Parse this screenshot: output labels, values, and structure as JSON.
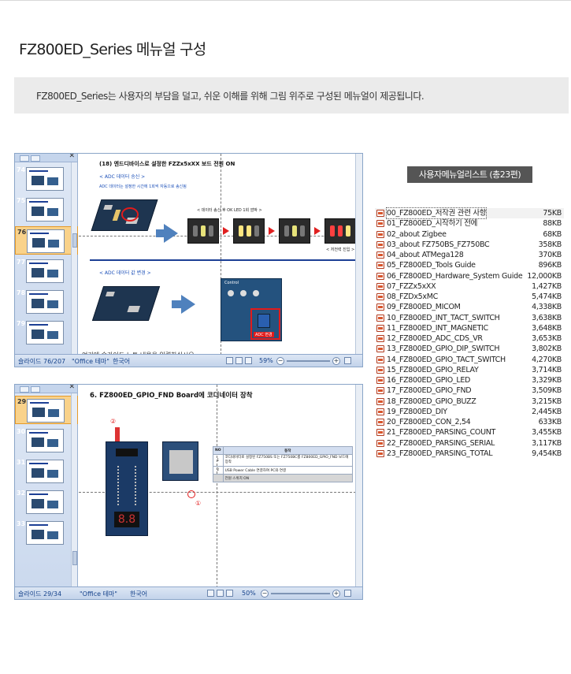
{
  "page": {
    "title": "FZ800ED_Series 메뉴얼 구성",
    "description": "FZ800ED_Series는 사용자의 부담을 덜고, 쉬운 이해를 위해 그림 위주로 구성된 메뉴얼이 제공됩니다."
  },
  "screenshot1": {
    "thumbnails": [
      "74",
      "75",
      "76",
      "77",
      "78",
      "79"
    ],
    "selected_thumbnail": "76",
    "slide_title": "(18) 엔드디바이스로 설정한 FZZx5xXX 보드 전원 ON",
    "section1": "< ADC 데이터 송신 >",
    "section1_desc": "ADC 데이터는 설정한 시간에 1회씩 자동으로 송신됨",
    "led_caption": "< 데이터 송신 후 OK LED 1회 깜박 >",
    "led_caption2": "< 저전력 진입 >",
    "section2": "< ADC 데이터 값 변경 >",
    "control_label": "Control",
    "adc_change": "ADC 변경",
    "bottom_text": "여기에 슬라이드 노트 내용을 입력하십시오",
    "status_slide": "슬라이드 76/207",
    "status_theme": "\"Office 테마\"",
    "status_lang": "한국어",
    "zoom": "59%"
  },
  "screenshot2": {
    "thumbnails": [
      "29",
      "30",
      "31",
      "32",
      "33"
    ],
    "selected_thumbnail": "29",
    "slide_title": "6. FZ800ED_GPIO_FND Board에 코디네이터 장착",
    "marker1": "①",
    "marker2": "②",
    "table": {
      "headers": [
        "NO",
        "동작"
      ],
      "rows": [
        [
          "1",
          "코디네이터로 설정된 FZ750BS 또는 FZ750BC를 FZ800ED_GPIO_FND 보드에 장착"
        ],
        [
          "2",
          "USB Power Cable 연결하여 PC와 연결"
        ],
        [
          "",
          "전원 스위치 ON"
        ]
      ]
    },
    "status_slide": "슬라이드 29/34",
    "status_theme": "\"Office 테마\"",
    "status_lang": "한국어",
    "zoom": "50%"
  },
  "file_list": {
    "header": "사용자메뉴얼리스트 (총23편)",
    "selected_index": 0,
    "files": [
      {
        "name": "00_FZ800ED_저작권 관련 사항",
        "size": "75KB"
      },
      {
        "name": "01_FZ800ED_시작하기 전에",
        "size": "88KB"
      },
      {
        "name": "02_about Zigbee",
        "size": "68KB"
      },
      {
        "name": "03_about FZ750BS_FZ750BC",
        "size": "358KB"
      },
      {
        "name": "04_about ATMega128",
        "size": "370KB"
      },
      {
        "name": "05_FZ800ED_Tools Guide",
        "size": "896KB"
      },
      {
        "name": "06_FZ800ED_Hardware_System Guide",
        "size": "12,000KB"
      },
      {
        "name": "07_FZZx5xXX",
        "size": "1,427KB"
      },
      {
        "name": "08_FZDx5xMC",
        "size": "5,474KB"
      },
      {
        "name": "09_FZ800ED_MICOM",
        "size": "4,338KB"
      },
      {
        "name": "10_FZ800ED_INT_TACT_SWITCH",
        "size": "3,638KB"
      },
      {
        "name": "11_FZ800ED_INT_MAGNETIC",
        "size": "3,648KB"
      },
      {
        "name": "12_FZ800ED_ADC_CDS_VR",
        "size": "3,653KB"
      },
      {
        "name": "13_FZ800ED_GPIO_DIP_SWITCH",
        "size": "3,802KB"
      },
      {
        "name": "14_FZ800ED_GPIO_TACT_SWITCH",
        "size": "4,270KB"
      },
      {
        "name": "15_FZ800ED_GPIO_RELAY",
        "size": "3,714KB"
      },
      {
        "name": "16_FZ800ED_GPIO_LED",
        "size": "3,329KB"
      },
      {
        "name": "17_FZ800ED_GPIO_FND",
        "size": "3,509KB"
      },
      {
        "name": "18_FZ800ED_GPIO_BUZZ",
        "size": "3,215KB"
      },
      {
        "name": "19_FZ800ED_DIY",
        "size": "2,445KB"
      },
      {
        "name": "20_FZ800ED_CON_2,54",
        "size": "633KB"
      },
      {
        "name": "21_FZ800ED_PARSING_COUNT",
        "size": "3,455KB"
      },
      {
        "name": "22_FZ800ED_PARSING_SERIAL",
        "size": "3,117KB"
      },
      {
        "name": "23_FZ800ED_PARSING_TOTAL",
        "size": "9,454KB"
      }
    ]
  },
  "colors": {
    "accent_red": "#e21b1b",
    "ppt_blue": "#4f81bd",
    "header_gray": "#555555"
  }
}
